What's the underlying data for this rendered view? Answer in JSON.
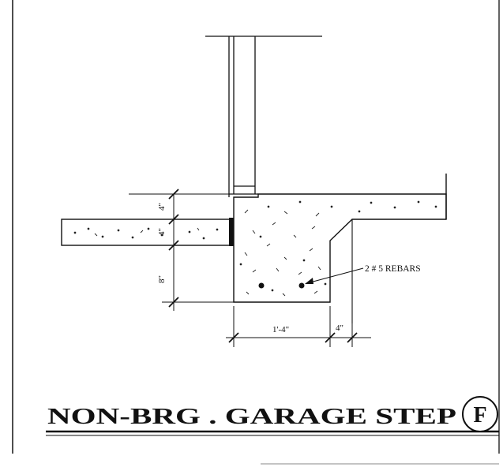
{
  "detail": {
    "title": "NON-BRG . GARAGE STEP",
    "tag": "F",
    "callout": "2 # 5 REBARS",
    "dimensions": {
      "upper_step_height": "4\"",
      "slab_thickness": "4\"",
      "footing_depth": "8\"",
      "footing_width": "1'-4\"",
      "chamfer_offset": "4\""
    }
  }
}
